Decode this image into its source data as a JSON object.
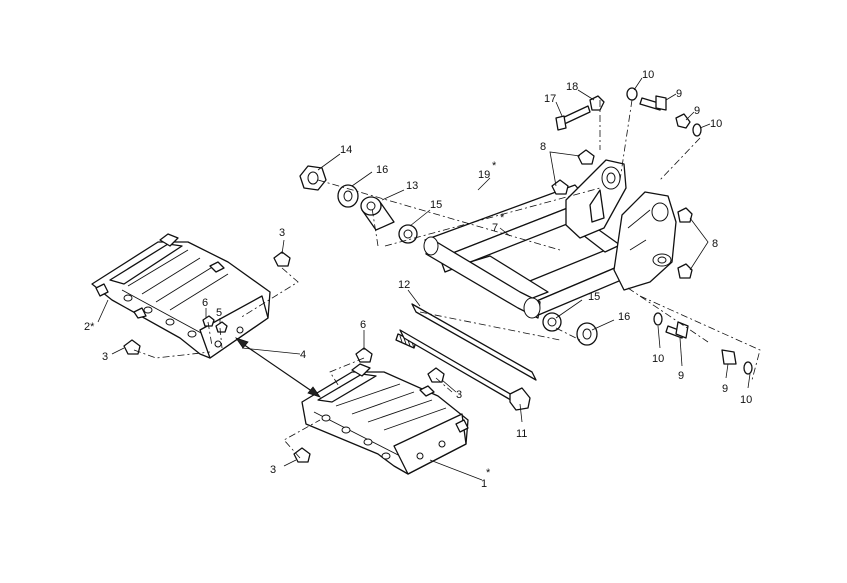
{
  "labels": {
    "l1": "1",
    "l1star": "*",
    "l2": "2*",
    "l3a": "3",
    "l3b": "3",
    "l3c": "3",
    "l3d": "3",
    "l4": "4",
    "l5": "5",
    "l6a": "6",
    "l6b": "6",
    "l7": "7",
    "l7star": "*",
    "l8a": "8",
    "l8b": "8",
    "l9a": "9",
    "l9b": "9",
    "l9c": "9",
    "l9d": "9",
    "l10a": "10",
    "l10b": "10",
    "l10c": "10",
    "l10d": "10",
    "l11": "11",
    "l12": "12",
    "l13": "13",
    "l14": "14",
    "l15a": "15",
    "l15b": "15",
    "l16a": "16",
    "l16b": "16",
    "l17": "17",
    "l18": "18",
    "l19": "19",
    "l19star": "*"
  }
}
